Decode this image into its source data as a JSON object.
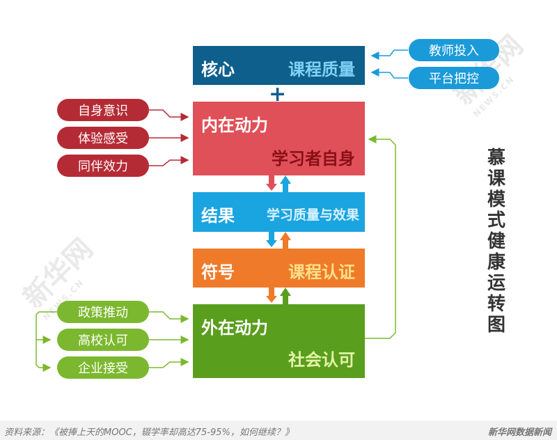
{
  "title": "慕课模式健康运转图",
  "colors": {
    "dark_blue": "#0f5f8c",
    "red": "#e05058",
    "blue": "#1aa4e0",
    "orange": "#ef7b2a",
    "green": "#5a9e1e",
    "pill_red": "#b52b35",
    "pill_blue": "#1a9ad8",
    "pill_green": "#7cb82f"
  },
  "blocks": {
    "core": {
      "left": "核心",
      "right": "课程质量"
    },
    "internal": {
      "left": "内在动力",
      "right": "学习者自身"
    },
    "result": {
      "left": "结果",
      "right": "学习质量与效果"
    },
    "symbol": {
      "left": "符号",
      "right": "课程认证"
    },
    "external": {
      "left": "外在动力",
      "right": "社会认可"
    }
  },
  "plus_sign": "+",
  "inputs": {
    "core": [
      "教师投入",
      "平台把控"
    ],
    "internal": [
      "自身意识",
      "体验感受",
      "同伴效力"
    ],
    "external": [
      "政策推动",
      "高校认可",
      "企业接受"
    ]
  },
  "watermark": {
    "cn": "新华网",
    "en": "NEWS.CN"
  },
  "footer": {
    "source": "资料来源：《被捧上天的MOOC，辍学率却高达75-95%，如何继续？》",
    "brand": "新华网数据新闻"
  }
}
